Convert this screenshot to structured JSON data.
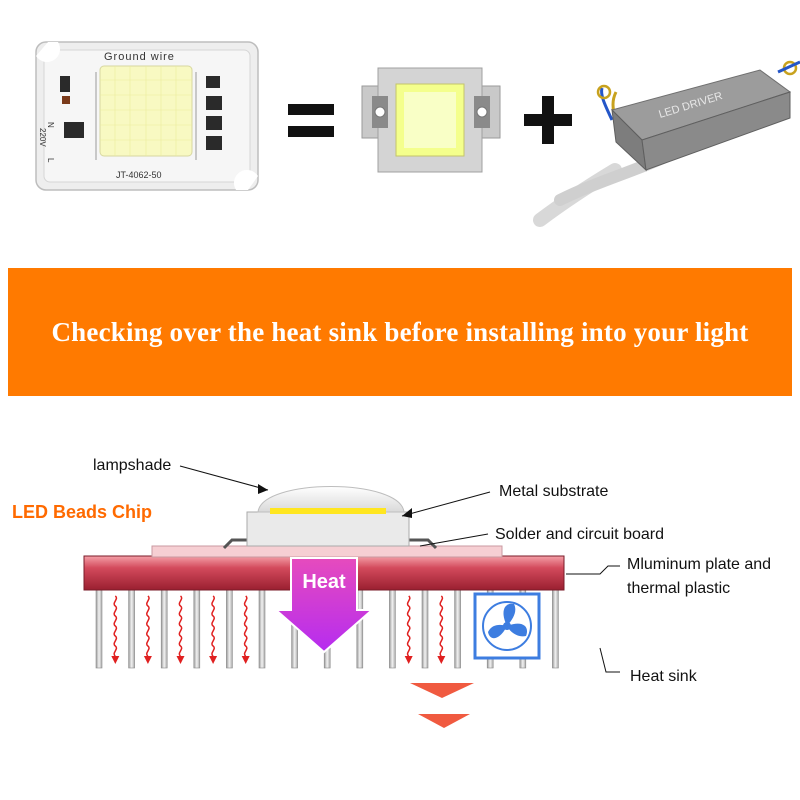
{
  "top": {
    "cob_module": {
      "top_label": "Ground wire",
      "side_label_n": "N",
      "side_label_voltage": "220V",
      "side_label_l": "L",
      "model_label": "JT-4062-50"
    },
    "equals_symbol": "=",
    "plus_symbol": "+",
    "driver": {
      "title": "LED DRIVER"
    }
  },
  "banner": {
    "text": "Checking over the heat sink before installing into your light",
    "color": "#ff7a00"
  },
  "diagram": {
    "chip_title": "LED Beads Chip",
    "labels": {
      "lampshade": "lampshade",
      "metal_substrate": "Metal substrate",
      "solder": "Solder and circuit board",
      "aluminum_line1": "Mluminum plate and",
      "aluminum_line2": "thermal plastic",
      "heat_sink": "Heat sink"
    },
    "heat_label": "Heat",
    "colors": {
      "accent": "#ff6a00",
      "plate": "#c0394a",
      "arrow": "#d81b60",
      "fan": "#3d7de0",
      "down_arrows": "#f05a40"
    }
  }
}
